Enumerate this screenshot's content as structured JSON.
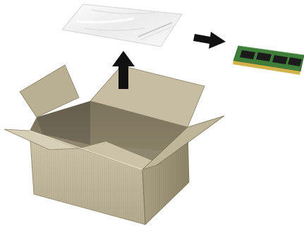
{
  "illustration": {
    "steps": [
      {
        "item": "shipping-box",
        "state": "open"
      },
      {
        "item": "anti-static-bag"
      },
      {
        "item": "memory-module"
      }
    ],
    "arrows": [
      {
        "from": "shipping-box",
        "to": "anti-static-bag",
        "direction": "up"
      },
      {
        "from": "anti-static-bag",
        "to": "memory-module",
        "direction": "right"
      }
    ],
    "colors": {
      "box_tan": "#c2b89d",
      "box_shadow": "#8d8468",
      "box_interior": "#7a715a",
      "bag": "#eeeeee",
      "pcb_green": "#3f7d3a",
      "chip": "#1b1b1b",
      "contacts": "#d2b24a",
      "arrow": "#111111"
    }
  }
}
